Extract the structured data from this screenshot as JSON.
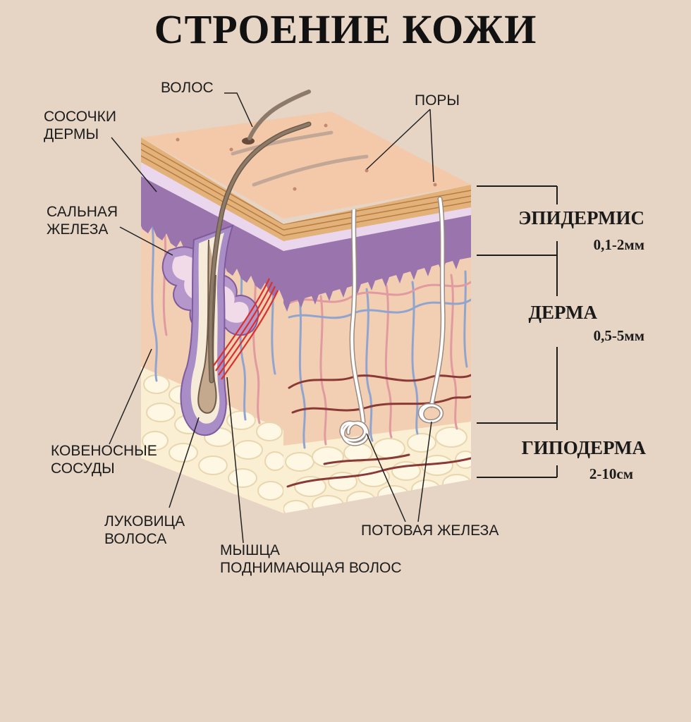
{
  "title": "СТРОЕНИЕ КОЖИ",
  "labels": {
    "hair": "ВОЛОС",
    "pores": "ПОРЫ",
    "papillae": [
      "СОСОЧКИ",
      "ДЕРМЫ"
    ],
    "sebaceous": [
      "САЛЬНАЯ",
      "ЖЕЛЕЗА"
    ],
    "vessels": [
      "КОВЕНОСНЫЕ",
      "СОСУДЫ"
    ],
    "bulb": [
      "ЛУКОВИЦА",
      "ВОЛОСА"
    ],
    "muscle": [
      "МЫШЦА",
      "ПОДНИМАЮЩАЯ ВОЛОС"
    ],
    "sweat_gland": "ПОТОВАЯ ЖЕЛЕЗА"
  },
  "layers": [
    {
      "name": "ЭПИДЕРМИС",
      "thickness": "0,1-2мм"
    },
    {
      "name": "ДЕРМА",
      "thickness": "0,5-5мм"
    },
    {
      "name": "ГИПОДЕРМА",
      "thickness": "2-10см"
    }
  ],
  "colors": {
    "background": "#e6d4c4",
    "surface": "#f3c9a9",
    "epidermis": "#e3b27a",
    "basal": "#9a74ad",
    "dermis": "#f2cfb3",
    "hypodermis": "#faefd3",
    "gland": "#b697cc",
    "muscle": "#d9302b",
    "vein": "#8fa5d0",
    "artery": "#e09aa0",
    "hair": "#7a6a5c"
  }
}
